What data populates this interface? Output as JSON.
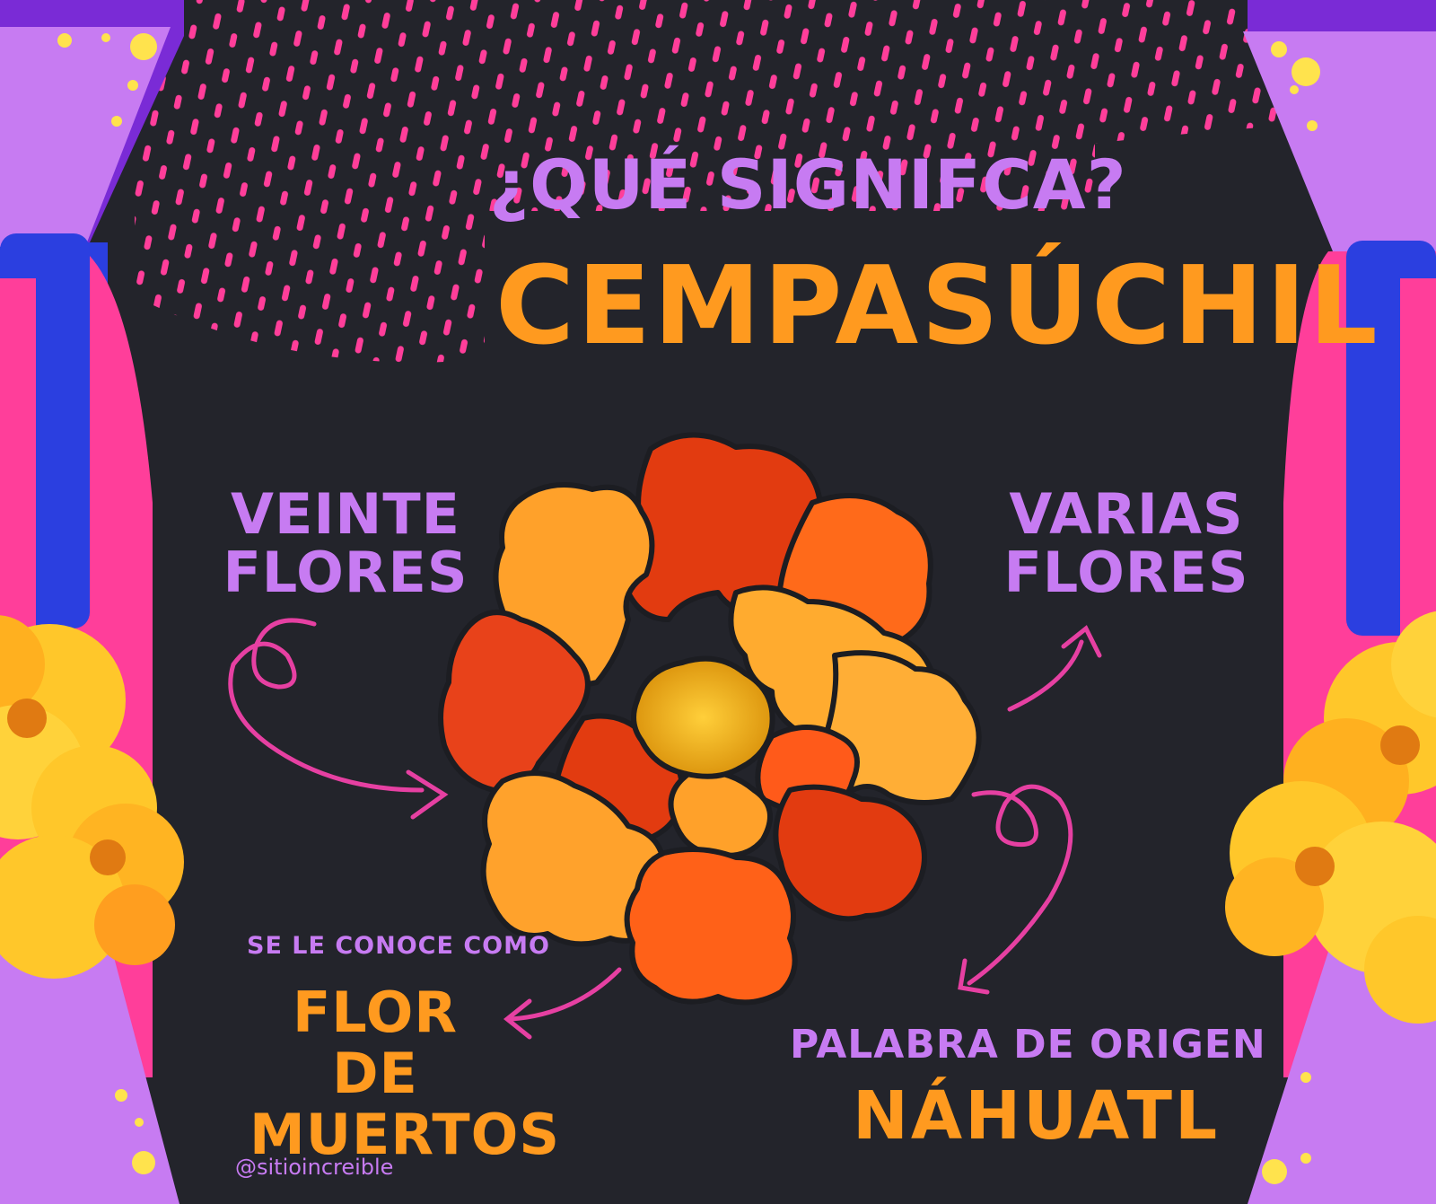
{
  "title": {
    "question": "¿QUÉ SIGNIFCA?",
    "word": "CEMPASÚCHIL"
  },
  "meanings": {
    "left": "VEINTE FLORES",
    "right": "VARIAS FLORES"
  },
  "known_as": {
    "prefix": "SE LE CONOCE COMO",
    "name": "FLOR DE MUERTOS"
  },
  "origin": {
    "prefix": "PALABRA DE ORIGEN",
    "language": "NÁHUATL"
  },
  "handle": "@sitioincreible",
  "colors": {
    "background": "#23242b",
    "purple": "#c77bf2",
    "orange": "#ff9a1f",
    "pink": "#ff3e9a",
    "blue": "#2b3fe0",
    "marigold": "#ffc72a"
  },
  "icons": [
    "marigold-flower-icon",
    "curly-arrow-icon",
    "flower-pillar-icon"
  ]
}
